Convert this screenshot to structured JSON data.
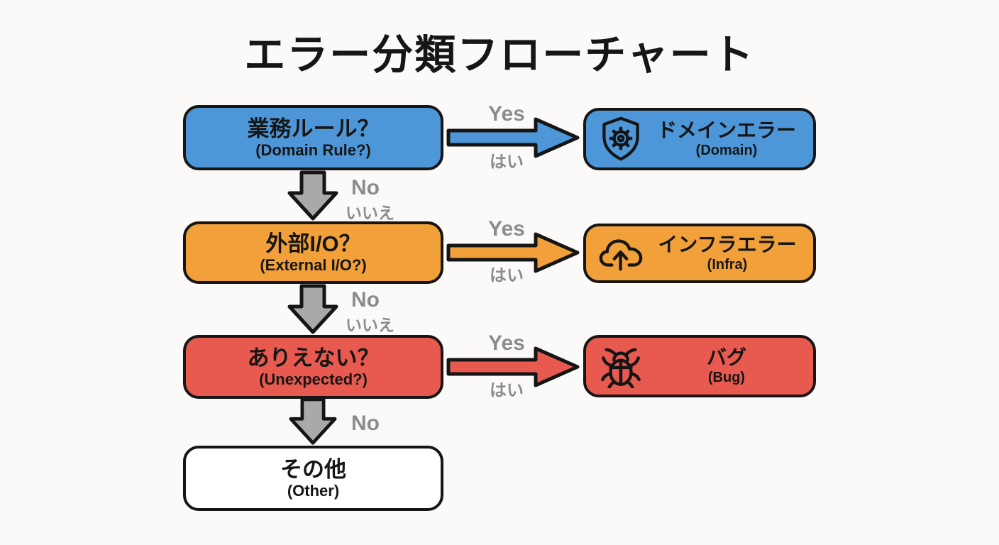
{
  "title": "エラー分類フローチャート",
  "colors": {
    "bg": "#fbfaf8",
    "blue": "#4d97d9",
    "orange": "#f2a13a",
    "red": "#e85a4f",
    "white": "#ffffff",
    "arrow-gray": "#a9a9a9",
    "label-gray": "#8c8c8c",
    "ink": "#161616"
  },
  "flow": {
    "rows": [
      {
        "decision": {
          "jp": "業務ルール？",
          "en": "(Domain Rule?)"
        },
        "yes": {
          "label": "Yes",
          "sub": "はい"
        },
        "result": {
          "icon": "shield-gear-icon",
          "jp": "ドメインエラー",
          "en": "(Domain)"
        },
        "no": {
          "label": "No",
          "sub": "いいえ"
        }
      },
      {
        "decision": {
          "jp": "外部I/O？",
          "en": "(External I/O?)"
        },
        "yes": {
          "label": "Yes",
          "sub": "はい"
        },
        "result": {
          "icon": "cloud-upload-icon",
          "jp": "インフラエラー",
          "en": "(Infra)"
        },
        "no": {
          "label": "No",
          "sub": "いいえ"
        }
      },
      {
        "decision": {
          "jp": "ありえない？",
          "en": "(Unexpected?)"
        },
        "yes": {
          "label": "Yes",
          "sub": "はい"
        },
        "result": {
          "icon": "bug-icon",
          "jp": "バグ",
          "en": "(Bug)"
        },
        "no": {
          "label": "No",
          "sub": ""
        }
      }
    ],
    "terminal": {
      "jp": "その他",
      "en": "(Other)"
    }
  }
}
